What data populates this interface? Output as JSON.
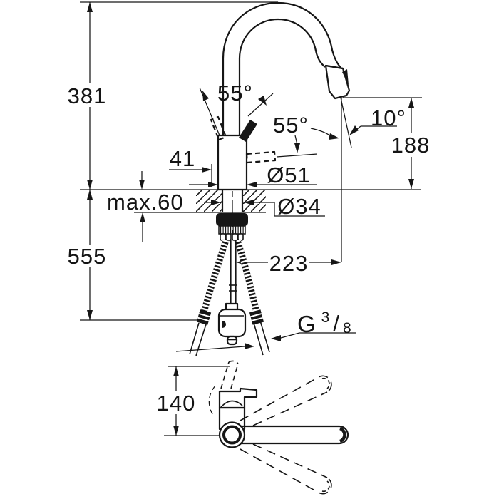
{
  "drawing": {
    "type": "faucet-installation-technical-drawing",
    "background_color": "#ffffff",
    "line_color": "#161616",
    "dimensions": {
      "spout_height_above_deck": "381",
      "hose_length_below_deck": "555",
      "max_deck_thickness": "max.60",
      "handle_offset": "41",
      "handle_angle_left": "55°",
      "handle_angle_right": "55°",
      "spray_angle": "10°",
      "outlet_height": "188",
      "body_diameter": "Ø51",
      "hole_diameter": "Ø34",
      "spout_reach": "223",
      "thread_letter": "G",
      "thread_numerator": "3",
      "thread_slash": "/",
      "thread_denominator": "8",
      "swivel_view_height": "140"
    }
  }
}
